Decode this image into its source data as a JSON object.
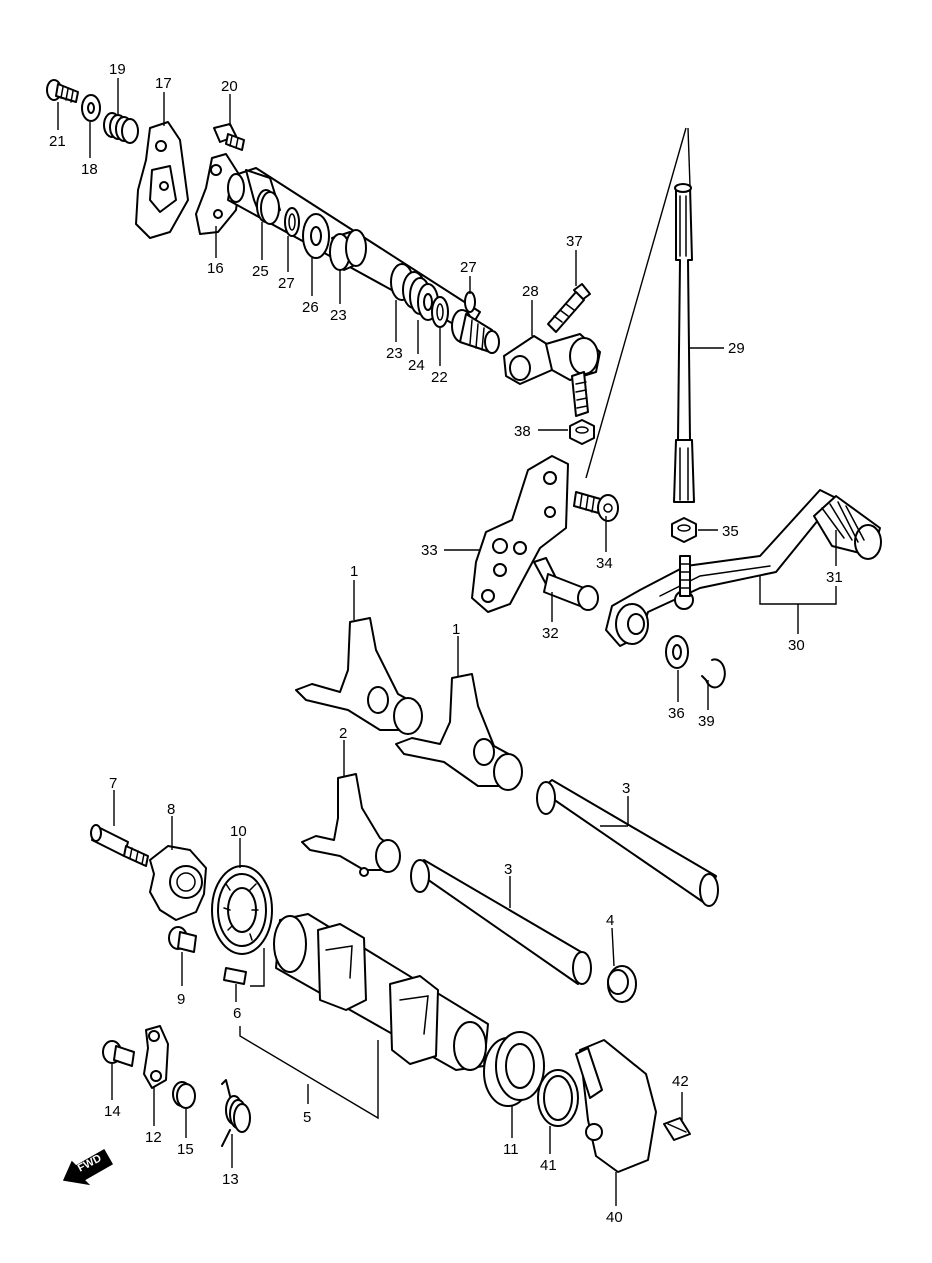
{
  "diagram": {
    "fwd_label": "FWD",
    "callouts": {
      "c1a": "1",
      "c1b": "1",
      "c2": "2",
      "c3a": "3",
      "c3b": "3",
      "c4": "4",
      "c5": "5",
      "c6": "6",
      "c7": "7",
      "c8": "8",
      "c9": "9",
      "c10": "10",
      "c11": "11",
      "c12": "12",
      "c13": "13",
      "c14": "14",
      "c15": "15",
      "c16": "16",
      "c17": "17",
      "c18": "18",
      "c19": "19",
      "c20": "20",
      "c21": "21",
      "c22": "22",
      "c23a": "23",
      "c23b": "23",
      "c24": "24",
      "c25": "25",
      "c26": "26",
      "c27a": "27",
      "c27b": "27",
      "c28": "28",
      "c29": "29",
      "c30": "30",
      "c31": "31",
      "c32": "32",
      "c33": "33",
      "c34": "34",
      "c35": "35",
      "c36": "36",
      "c37": "37",
      "c38": "38",
      "c39": "39",
      "c40": "40",
      "c41": "41",
      "c42": "42"
    }
  }
}
